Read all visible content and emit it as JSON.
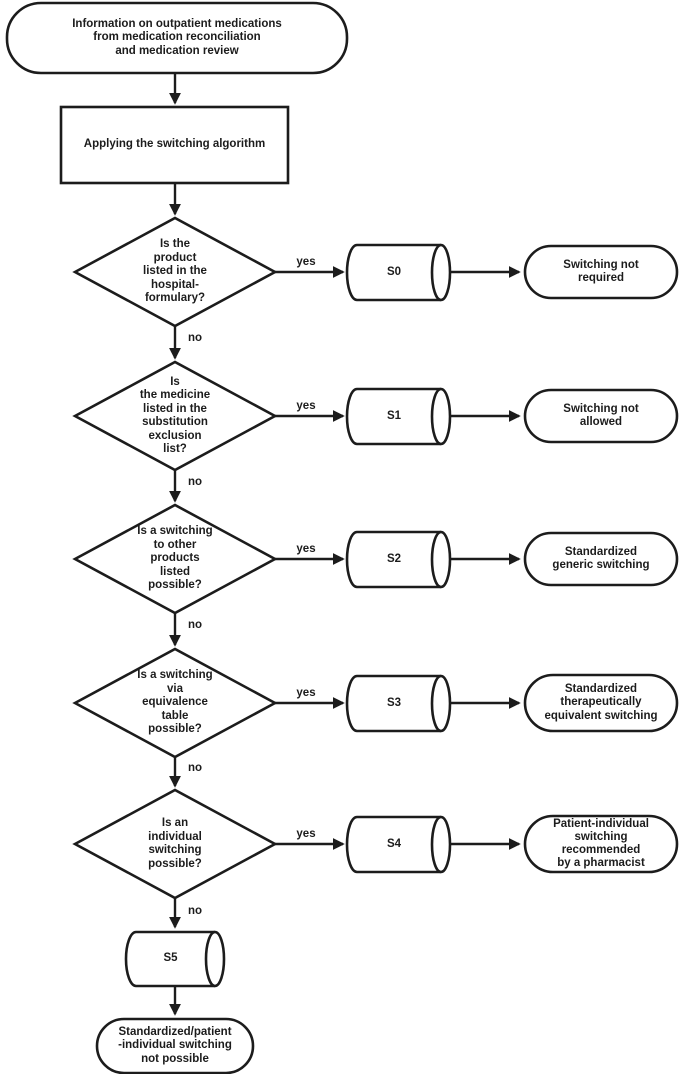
{
  "flowchart": {
    "start_node": "Information on outpatient medications\nfrom medication reconciliation\nand medication review",
    "process_node": "Applying the switching algorithm",
    "labels": {
      "yes": "yes",
      "no": "no"
    },
    "decisions": [
      {
        "question": "Is the\nproduct\nlisted in the\nhospital-\nformulary?",
        "step": "S0",
        "outcome": "Switching not\nrequired"
      },
      {
        "question": "Is\nthe medicine\nlisted in the\nsubstitution\nexclusion\nlist?",
        "step": "S1",
        "outcome": "Switching not\nallowed"
      },
      {
        "question": "Is a switching\nto other\nproducts\nlisted\npossible?",
        "step": "S2",
        "outcome": "Standardized\ngeneric switching"
      },
      {
        "question": "Is a switching\nvia\nequivalence\ntable\npossible?",
        "step": "S3",
        "outcome": "Standardized\ntherapeutically\nequivalent switching"
      },
      {
        "question": "Is an\nindividual\nswitching\npossible?",
        "step": "S4",
        "outcome": "Patient-individual\nswitching\nrecommended\nby a pharmacist"
      }
    ],
    "final_step": "S5",
    "final_outcome": "Standardized/patient\n-individual switching\nnot possible",
    "colors": {
      "stroke": "#1c1c1c",
      "fill": "#ffffff"
    }
  }
}
